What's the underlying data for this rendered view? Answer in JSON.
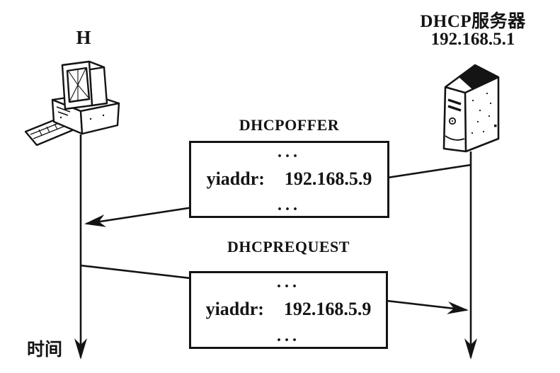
{
  "diagram": {
    "background": "#ffffff",
    "ink": "#141414",
    "host": {
      "label": "H"
    },
    "server": {
      "name": "DHCP服务器",
      "ip": "192.168.5.1"
    },
    "time_axis_label": "时间",
    "messages": [
      {
        "title": "DHCPOFFER",
        "dots_top": "...",
        "field": "yiaddr:",
        "value": "192.168.5.9",
        "dots_bottom": "...",
        "direction": "server-to-host"
      },
      {
        "title": "DHCPREQUEST",
        "dots_top": "...",
        "field": "yiaddr:",
        "value": "192.168.5.9",
        "dots_bottom": "...",
        "direction": "host-to-server"
      }
    ]
  }
}
